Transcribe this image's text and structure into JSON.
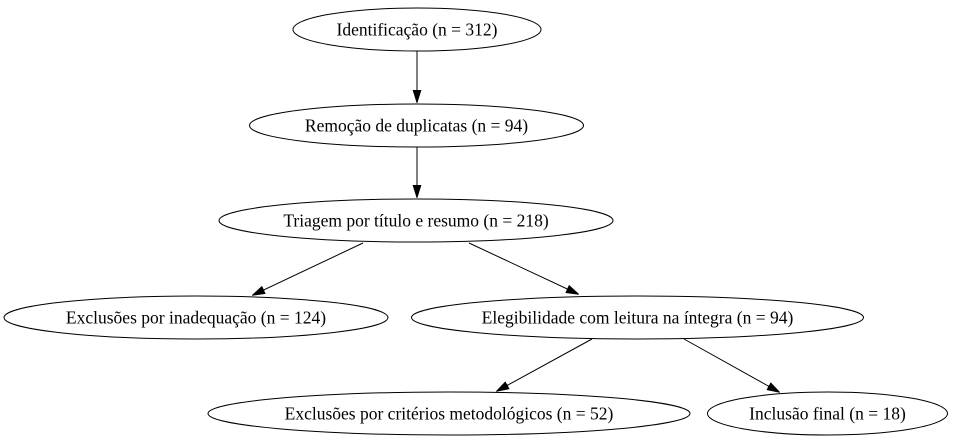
{
  "diagram": {
    "type": "flowchart",
    "language": "pt",
    "nodes": [
      {
        "id": "identificacao",
        "label": "Identificação (n = 312)",
        "n": 312
      },
      {
        "id": "remocao-duplicatas",
        "label": "Remoção de duplicatas (n = 94)",
        "n": 94
      },
      {
        "id": "triagem-titulo-resumo",
        "label": "Triagem por título e resumo (n = 218)",
        "n": 218
      },
      {
        "id": "exclusoes-inadequacao",
        "label": "Exclusões por inadequação (n = 124)",
        "n": 124
      },
      {
        "id": "elegibilidade-integra",
        "label": "Elegibilidade com leitura na íntegra (n = 94)",
        "n": 94
      },
      {
        "id": "exclusoes-metodologicos",
        "label": "Exclusões por critérios metodológicos (n = 52)",
        "n": 52
      },
      {
        "id": "inclusao-final",
        "label": "Inclusão final (n = 18)",
        "n": 18
      }
    ],
    "edges": [
      {
        "from": "identificacao",
        "to": "remocao-duplicatas"
      },
      {
        "from": "remocao-duplicatas",
        "to": "triagem-titulo-resumo"
      },
      {
        "from": "triagem-titulo-resumo",
        "to": "exclusoes-inadequacao"
      },
      {
        "from": "triagem-titulo-resumo",
        "to": "elegibilidade-integra"
      },
      {
        "from": "elegibilidade-integra",
        "to": "exclusoes-metodologicos"
      },
      {
        "from": "elegibilidade-integra",
        "to": "inclusao-final"
      }
    ],
    "colors": {
      "background": "#ffffff",
      "node_fill": "#ffffff",
      "node_stroke": "#000000",
      "text": "#000000",
      "arrow": "#000000"
    }
  }
}
